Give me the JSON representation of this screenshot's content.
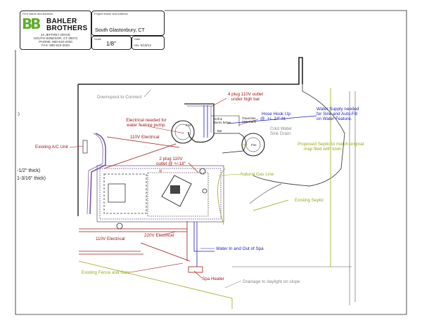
{
  "title_block": {
    "firm_label": "Firm Name and Address",
    "logo_mark": "BB",
    "company_line1": "BAHLER",
    "company_line2": "BROTHERS",
    "address1": "24 JEFFREY DRIVE",
    "address2": "SOUTH WINDSOR, CT 06074",
    "phone": "PHONE: 860-610-2030",
    "fax": "FAX: 860-610-2033",
    "project_label": "Project Name and Address",
    "project": "South Glastonbury, CT",
    "scale_label": "Scale",
    "scale": "1/8\"",
    "date_label": "Date",
    "date": "rev. 6/19/12"
  },
  "labels": {
    "downspout": "Downspout to Connect",
    "outlet_4plug_1": "4 plug 110V outlet",
    "outlet_4plug_2": "under high bar",
    "water_supply_1": "Water Supply needed",
    "water_supply_2": "for Sink and Auto-Fill",
    "water_supply_3": "on Water Feature.",
    "hose_1": "Hose Hook Up",
    "hose_2": "+/- 24\" ht.",
    "electrical_pump_1": "Electrical needed for",
    "electrical_pump_2": "water feature pump.",
    "cold_water_1": "Cold Water",
    "cold_water_2": "Sink Drain",
    "v110_top": "110V Electrical",
    "existing_ac": "Existing A/C Unit",
    "septic_1": "Proposed Septic to match original",
    "septic_2": "map filed with town",
    "outlet_2plug_1": "2 plug 110V",
    "outlet_2plug_2": "outlet @ +/-18\"",
    "natural_gas": "Natural Gas Line",
    "thick_1": "-1/2\" thick)",
    "thick_2": "1-3/16\" thick)",
    "existing_septic": "Existing Septic",
    "v220": "220V Electrical",
    "v110_bottom": "110V Electrical",
    "water_spa": "Water In and Out of Spa",
    "fence_gate": "Existing Fence and Gate",
    "spa_heater": "Spa Heater",
    "drainage": "Drainage to daylight on slope",
    "bracket": ":)",
    "fire_left": "Fire",
    "fire_right": "Fire",
    "grill_1": "Grill &",
    "grill_2": "Burns below",
    "travertine_1": "Travertine",
    "travertine_2": "Sink Rack",
    "bar": "Bar",
    "at_sym": "@",
    "at_sym2": "@"
  },
  "colors": {
    "dark_red": "#a01818",
    "blue": "#1a1ac8",
    "olive": "#9aa81a",
    "purple": "#7a5aa8",
    "gray": "#888888",
    "black": "#222222"
  }
}
